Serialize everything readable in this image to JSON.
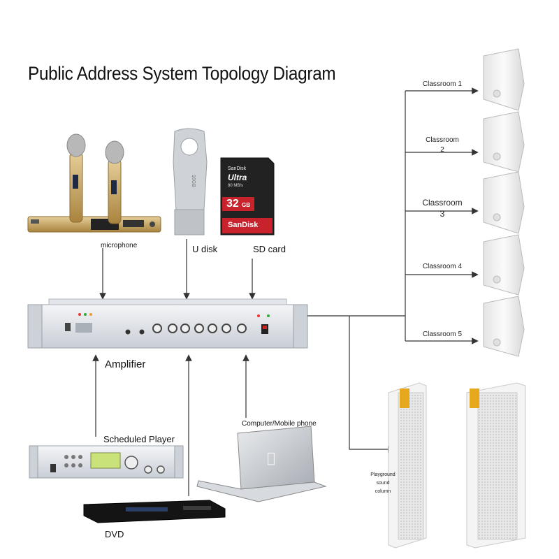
{
  "title": "Public Address System Topology Diagram",
  "sources": {
    "microphone": "microphone",
    "u_disk": "U disk",
    "sd_card": "SD card"
  },
  "sd_card": {
    "brand": "SanDisk",
    "model": "Ultra",
    "capacity": "32",
    "unit": "GB",
    "speed": "80 MB/s"
  },
  "amplifier_label": "Amplifier",
  "inputs": {
    "scheduled_player": "Scheduled Player",
    "computer_mobile": "Computer/Mobile phone",
    "dvd": "DVD"
  },
  "classrooms": [
    {
      "line1": "Classroom 1",
      "line2": ""
    },
    {
      "line1": "Classroom",
      "line2": "2"
    },
    {
      "line1": "Classroom",
      "line2": "3"
    },
    {
      "line1": "Classroom 4",
      "line2": ""
    },
    {
      "line1": "Classroom 5",
      "line2": ""
    }
  ],
  "playground": {
    "line1": "Playground",
    "line2": "sound",
    "line3": "column"
  },
  "colors": {
    "line": "#333333",
    "speaker": "#f2f2f2",
    "amp": "#d9dde3",
    "sd_red": "#c8232c",
    "gold": "#c9a464"
  }
}
